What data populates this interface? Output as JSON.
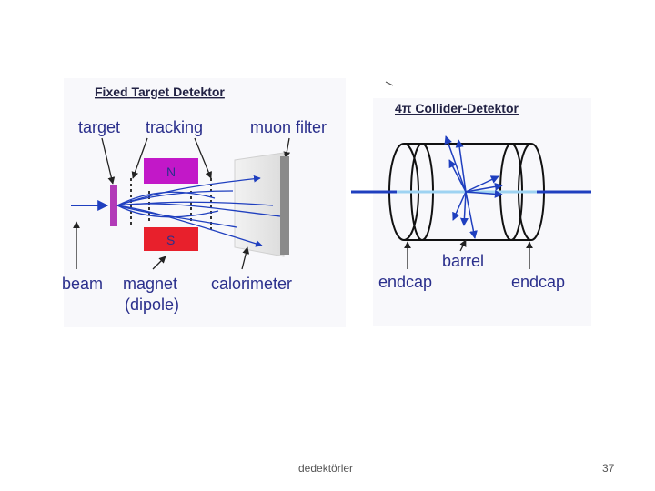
{
  "fixed": {
    "title": "Fixed Target Detektor",
    "target": "target",
    "tracking": "tracking",
    "muon_filter": "muon filter",
    "north": "N",
    "south": "S",
    "beam": "beam",
    "magnet": "magnet",
    "dipole": "(dipole)",
    "calorimeter": "calorimeter"
  },
  "collider": {
    "title": "4π Collider-Detektor",
    "barrel": "barrel",
    "endcap_left": "endcap",
    "endcap_right": "endcap"
  },
  "footer": {
    "text": "dedektörler",
    "page": "37"
  },
  "colors": {
    "label": "#2a2f8c",
    "beam": "#1f3fbf",
    "magnet_north": "#c218c8",
    "magnet_south": "#e8202c",
    "target": "#b23bb8",
    "muon_filter": "#8a8a8a",
    "collider_beam_inner": "#9ed3f2"
  }
}
